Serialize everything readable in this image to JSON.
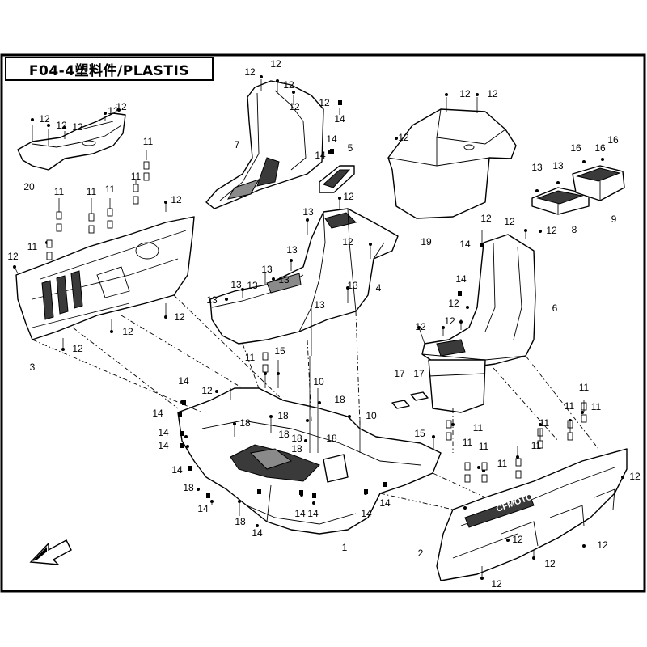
{
  "title": "F04-4塑料件/PLASTIS",
  "brand_mark": "CFMOTO",
  "part_callouts": [
    "1",
    "2",
    "3",
    "4",
    "5",
    "6",
    "7",
    "8",
    "9",
    "10",
    "11",
    "12",
    "13",
    "14",
    "15",
    "16",
    "17",
    "18",
    "19",
    "20"
  ],
  "nav_arrow_icon": "front-direction-arrow-icon"
}
